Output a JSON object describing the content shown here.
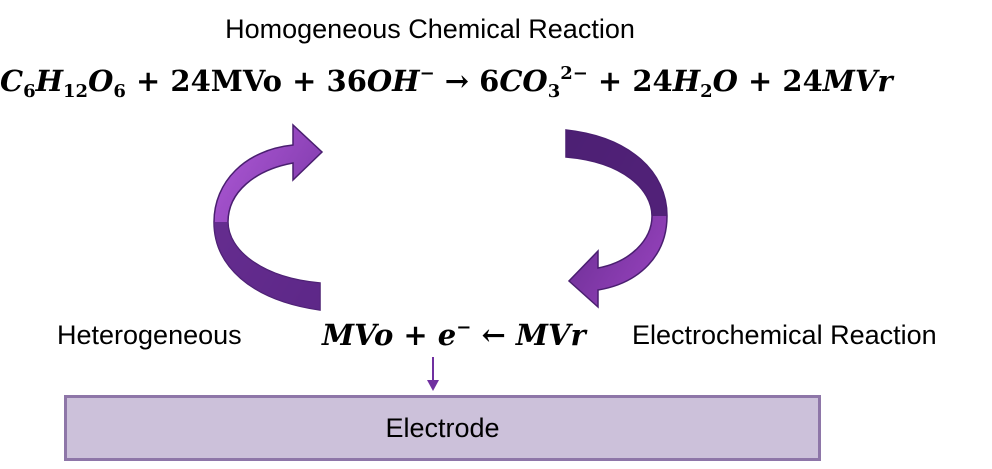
{
  "homogeneous_title": "Homogeneous Chemical Reaction",
  "equation_main": {
    "c": "C",
    "c_sub": "6",
    "h": "H",
    "h_sub": "12",
    "o": "O",
    "o_sub": "6",
    "plus1": " + ",
    "mvo_term": "24MVo",
    "plus2": " + ",
    "oh_coef": "36",
    "oh": "OH",
    "oh_sup": "−",
    "arrow": " → ",
    "co3_coef": "6",
    "co3_c": "CO",
    "co3_sub": "3",
    "co3_sup": "2−",
    "plus3": " + ",
    "h2o_coef": "24",
    "h2o_h": "H",
    "h2o_sub": "2",
    "h2o_o": "O",
    "plus4": " + ",
    "mvr_coef": "24",
    "mvr": "MVr"
  },
  "left_label": "Heterogeneous",
  "right_label": "Electrochemical Reaction",
  "equation_electrode": {
    "mvo": "MVo",
    "plus": " + ",
    "e": "e",
    "e_sup": "−",
    "arrow": " ← ",
    "mvr": "MVr"
  },
  "electrode_label": "Electrode",
  "colors": {
    "arrow_light": "#9b47c0",
    "arrow_dark": "#4e2275",
    "electrode_fill": "#ccc1da",
    "electrode_border": "#8e76a8",
    "small_arrow": "#7030a0"
  }
}
